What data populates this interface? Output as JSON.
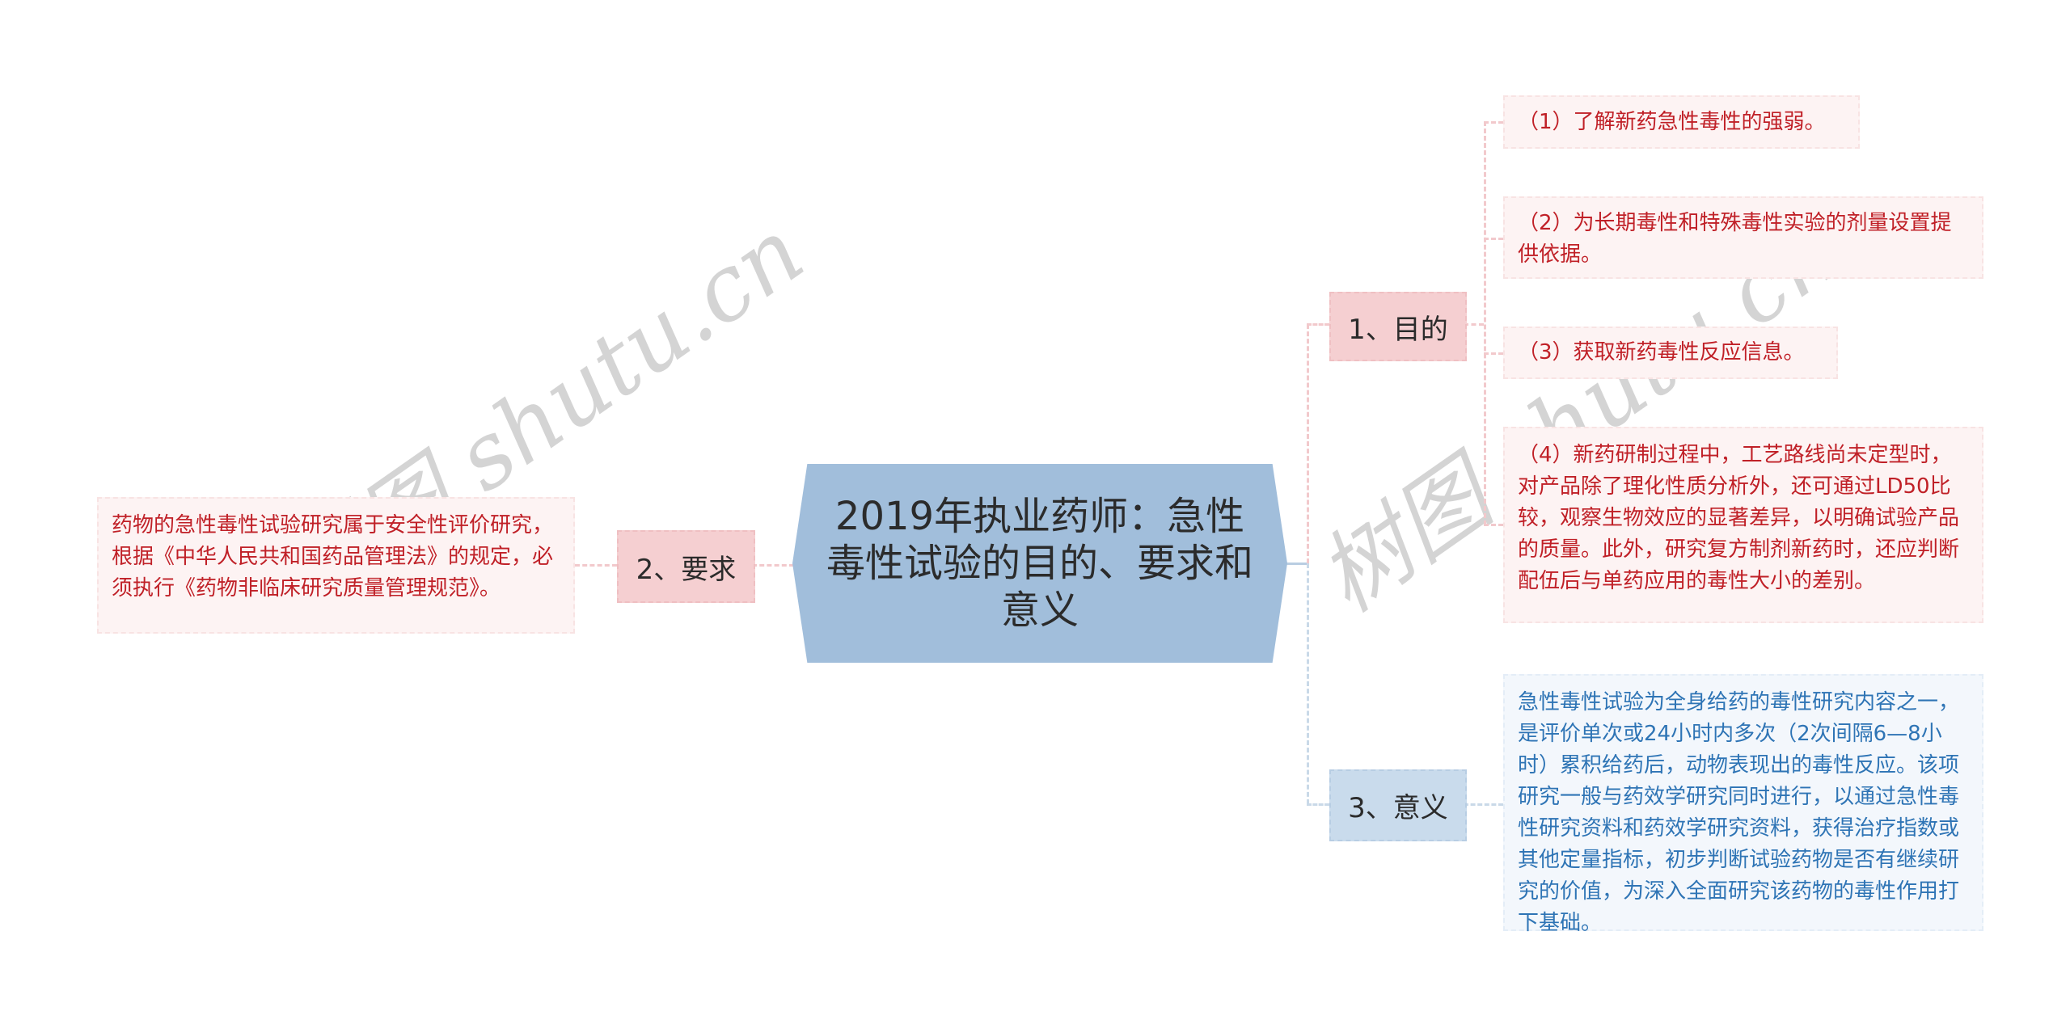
{
  "central_topic": {
    "text": "2019年执业药师：急性毒性试验的目的、要求和意义",
    "color": "#a1bedb"
  },
  "branches": [
    {
      "label": "1、目的",
      "side": "right",
      "color": "#f5cfd1",
      "children": [
        {
          "text": "（1）了解新药急性毒性的强弱。"
        },
        {
          "text": "（2）为长期毒性和特殊毒性实验的剂量设置提供依据。"
        },
        {
          "text": "（3）获取新药毒性反应信息。"
        },
        {
          "text": "（4）新药研制过程中，工艺路线尚未定型时，对产品除了理化性质分析外，还可通过LD50比较，观察生物效应的显著差异，以明确试验产品的质量。此外，研究复方制剂新药时，还应判断配伍后与单药应用的毒性大小的差别。"
        }
      ]
    },
    {
      "label": "2、要求",
      "side": "left",
      "color": "#f5cfd1",
      "children": [
        {
          "text": "药物的急性毒性试验研究属于安全性评价研究，根据《中华人民共和国药品管理法》的规定，必须执行《药物非临床研究质量管理规范》。"
        }
      ]
    },
    {
      "label": "3、意义",
      "side": "right",
      "color": "#c9dbec",
      "children": [
        {
          "text": "急性毒性试验为全身给药的毒性研究内容之一，是评价单次或24小时内多次（2次间隔6—8小时）累积给药后，动物表现出的毒性反应。该项研究一般与药效学研究同时进行，以通过急性毒性研究资料和药效学研究资料，获得治疗指数或其他定量指标，初步判断试验药物是否有继续研究的价值，为深入全面研究该药物的毒性作用打下基础。"
        }
      ]
    }
  ],
  "colors": {
    "leaf_red_text": "#c02027",
    "leaf_red_bg": "#fdf3f3",
    "leaf_blue_text": "#2e74b5",
    "leaf_blue_bg": "#f3f7fc"
  },
  "watermarks": [
    {
      "text": "树图 shutu.cn"
    },
    {
      "text": "树图 shutu.cn"
    }
  ]
}
